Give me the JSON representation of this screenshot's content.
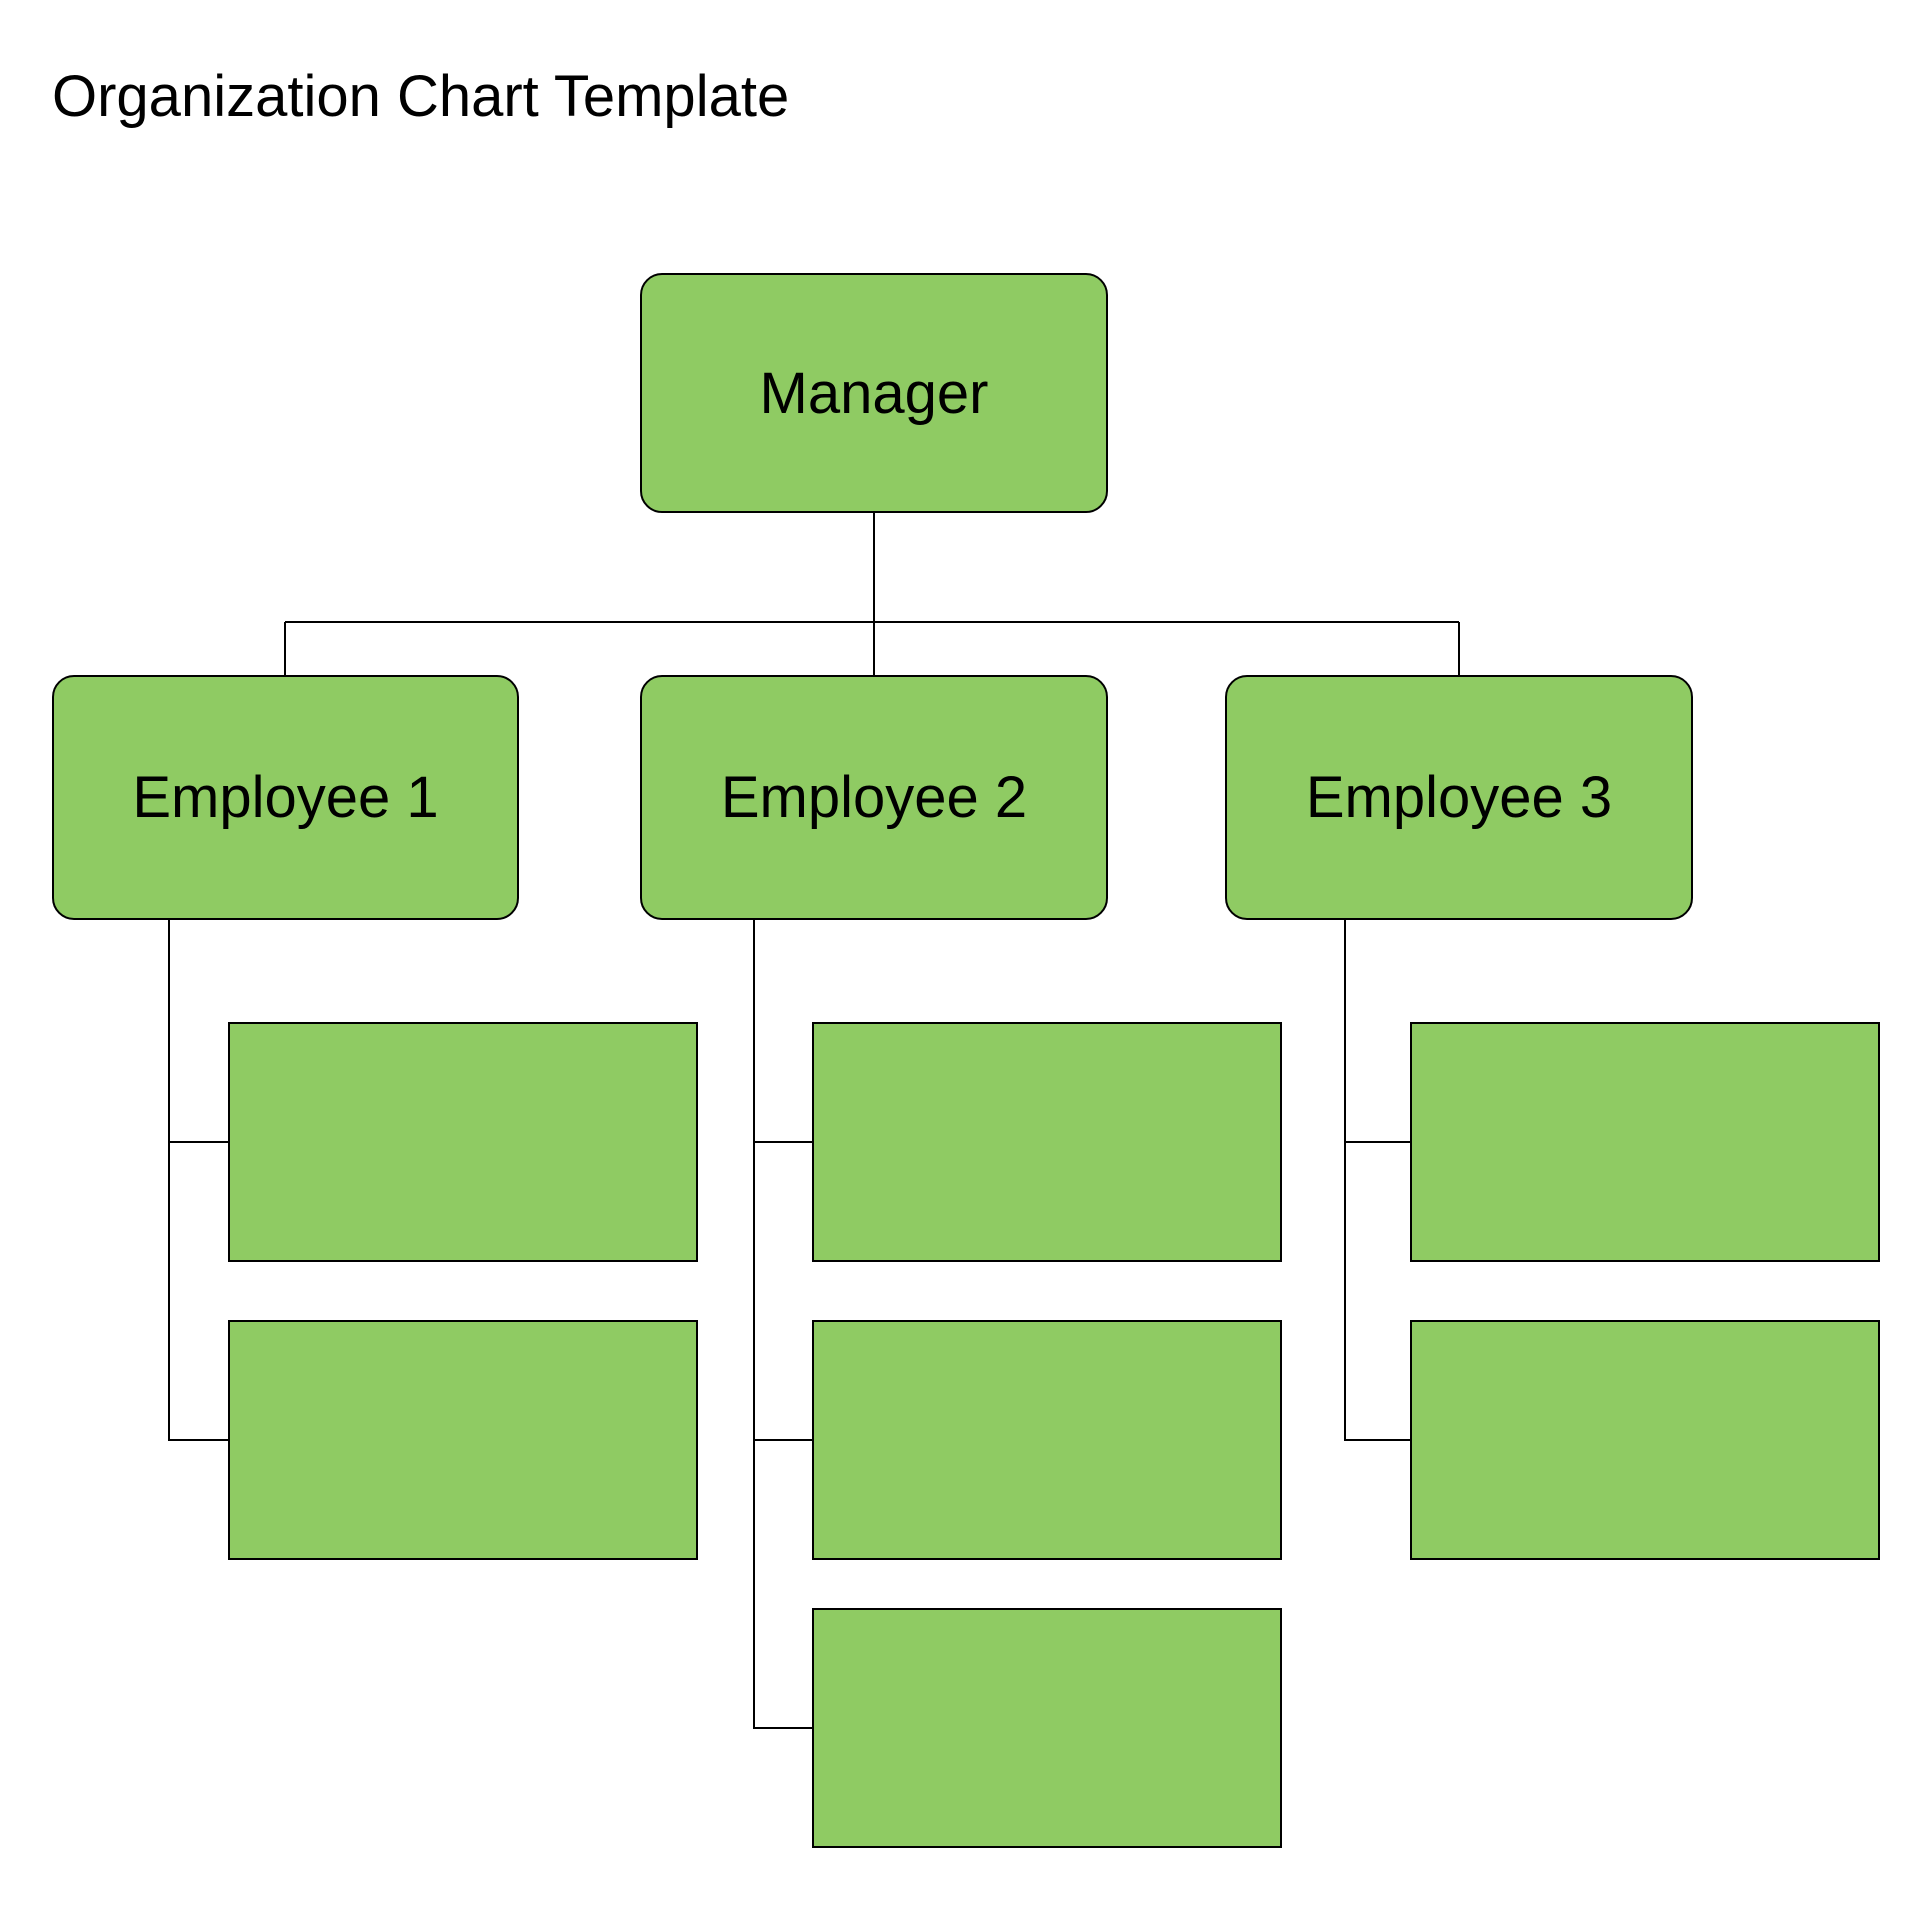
{
  "title": "Organization Chart Template",
  "colors": {
    "background": "#FFFFFF",
    "node_fill": "#8FCB63",
    "node_border": "#000000",
    "connector": "#000000",
    "text": "#000000"
  },
  "nodes": {
    "manager": {
      "label": "Manager"
    },
    "employee1": {
      "label": "Employee 1",
      "empty_reports": 2
    },
    "employee2": {
      "label": "Employee 2",
      "empty_reports": 3
    },
    "employee3": {
      "label": "Employee 3",
      "empty_reports": 2
    }
  },
  "structure": {
    "root": "Manager",
    "children": [
      {
        "label": "Employee 1",
        "empty_placeholder_boxes": 2
      },
      {
        "label": "Employee 2",
        "empty_placeholder_boxes": 3
      },
      {
        "label": "Employee 3",
        "empty_placeholder_boxes": 2
      }
    ]
  }
}
